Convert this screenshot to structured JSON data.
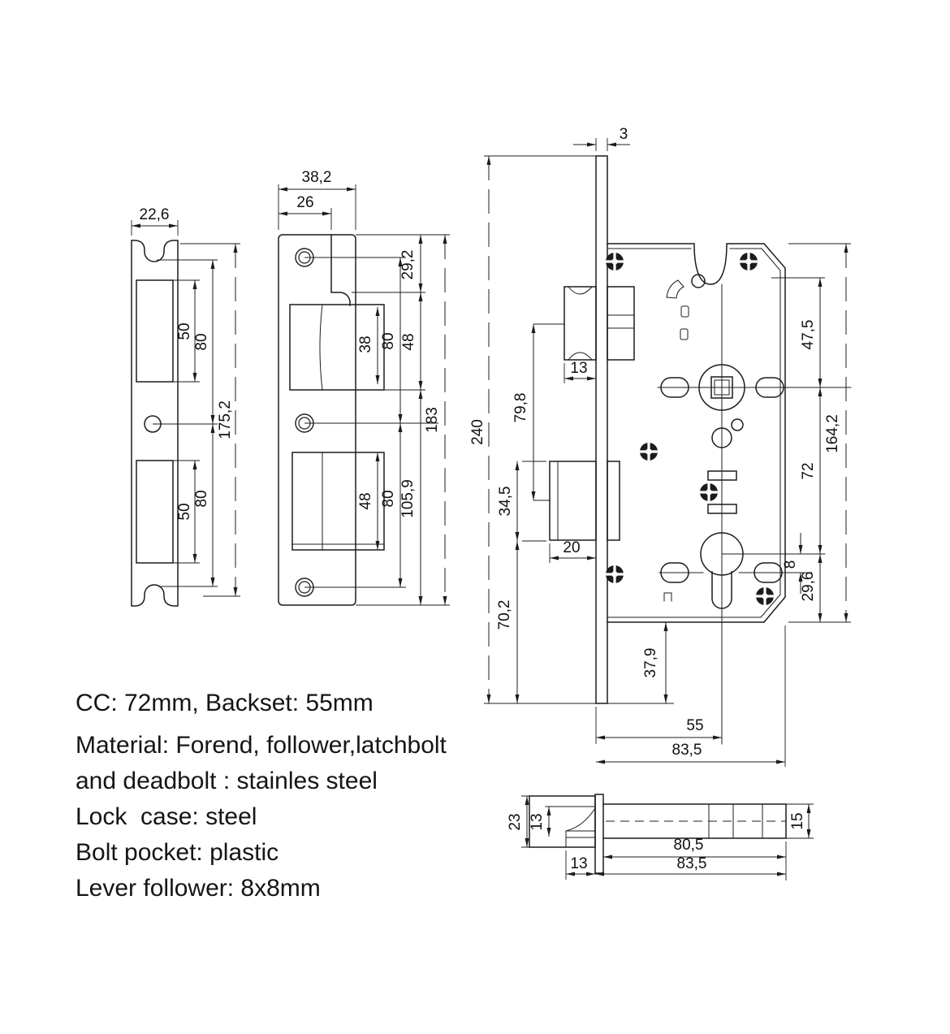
{
  "colors": {
    "ink": "#1c1c1c",
    "background": "#ffffff"
  },
  "notes": [
    "CC: 72mm, Backset: 55mm",
    "Material: Forend, follower,latchbolt",
    "and deadbolt : stainles steel",
    "Lock  case: steel",
    "Bolt pocket: plastic",
    "Lever follower: 8x8mm"
  ],
  "dims": {
    "forend": {
      "width": "22,6",
      "cut_upper": "50",
      "pitch_upper": "80",
      "length": "175,2",
      "cut_lower": "50",
      "pitch_lower": "80"
    },
    "strike": {
      "width_outer": "38,2",
      "width_inner": "26",
      "top_to_latch": "29,2",
      "latch_opening": "38",
      "pitch_upper": "80",
      "latch_zone": "48",
      "length": "183",
      "bolt_opening": "48",
      "pitch_lower": "80",
      "bottom_zone": "105,9"
    },
    "body": {
      "faceplate_thickness": "3",
      "faceplate_length": "240",
      "latch_width": "13",
      "latch_to_bolt": "79,8",
      "bolt_height": "34,5",
      "bolt_width": "20",
      "bolt_to_end": "70,2",
      "case_to_end": "37,9",
      "backset": "55",
      "depth": "83,5",
      "plate_to_follower": "47,5",
      "case_height": "164,2",
      "centers": "72",
      "spindle": "8",
      "cyl_to_bottom": "29,6"
    },
    "bottom": {
      "latch_height": "23",
      "latch_inner": "13",
      "latch_throw": "13",
      "case_depth": "80,5",
      "overall_depth": "83,5",
      "case_width": "15"
    }
  }
}
